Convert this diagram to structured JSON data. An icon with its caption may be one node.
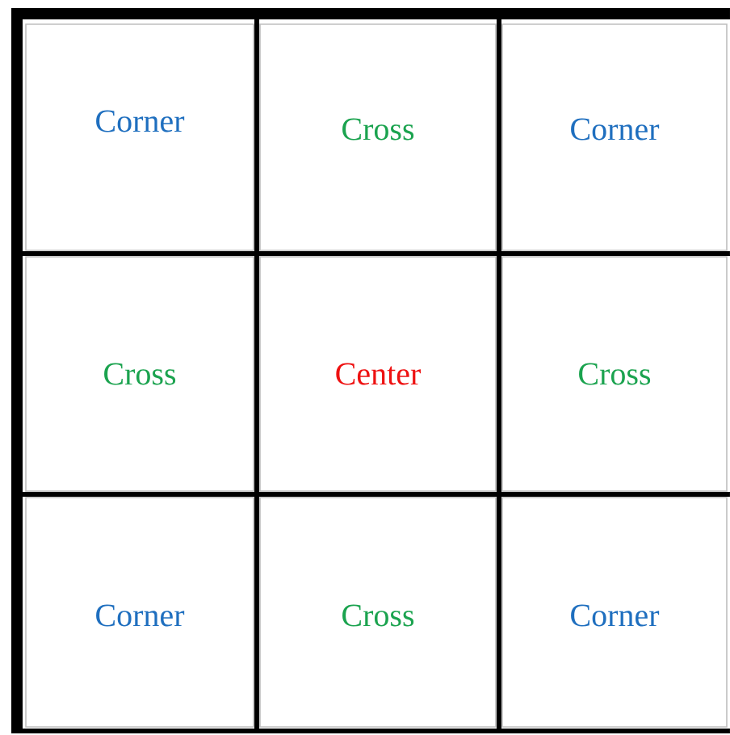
{
  "diagram": {
    "nodes": [
      {
        "text": [
          "Corner"
        ]
      },
      {
        "text": [
          "Cross"
        ]
      },
      {
        "text": [
          "Corner"
        ]
      },
      {
        "text": [
          "Cross"
        ]
      },
      {
        "text": [
          "Center"
        ]
      },
      {
        "text": [
          "Cross"
        ]
      },
      {
        "text": [
          "Corner"
        ]
      },
      {
        "text": [
          "Cross"
        ]
      },
      {
        "text": [
          "Corner"
        ]
      }
    ]
  }
}
